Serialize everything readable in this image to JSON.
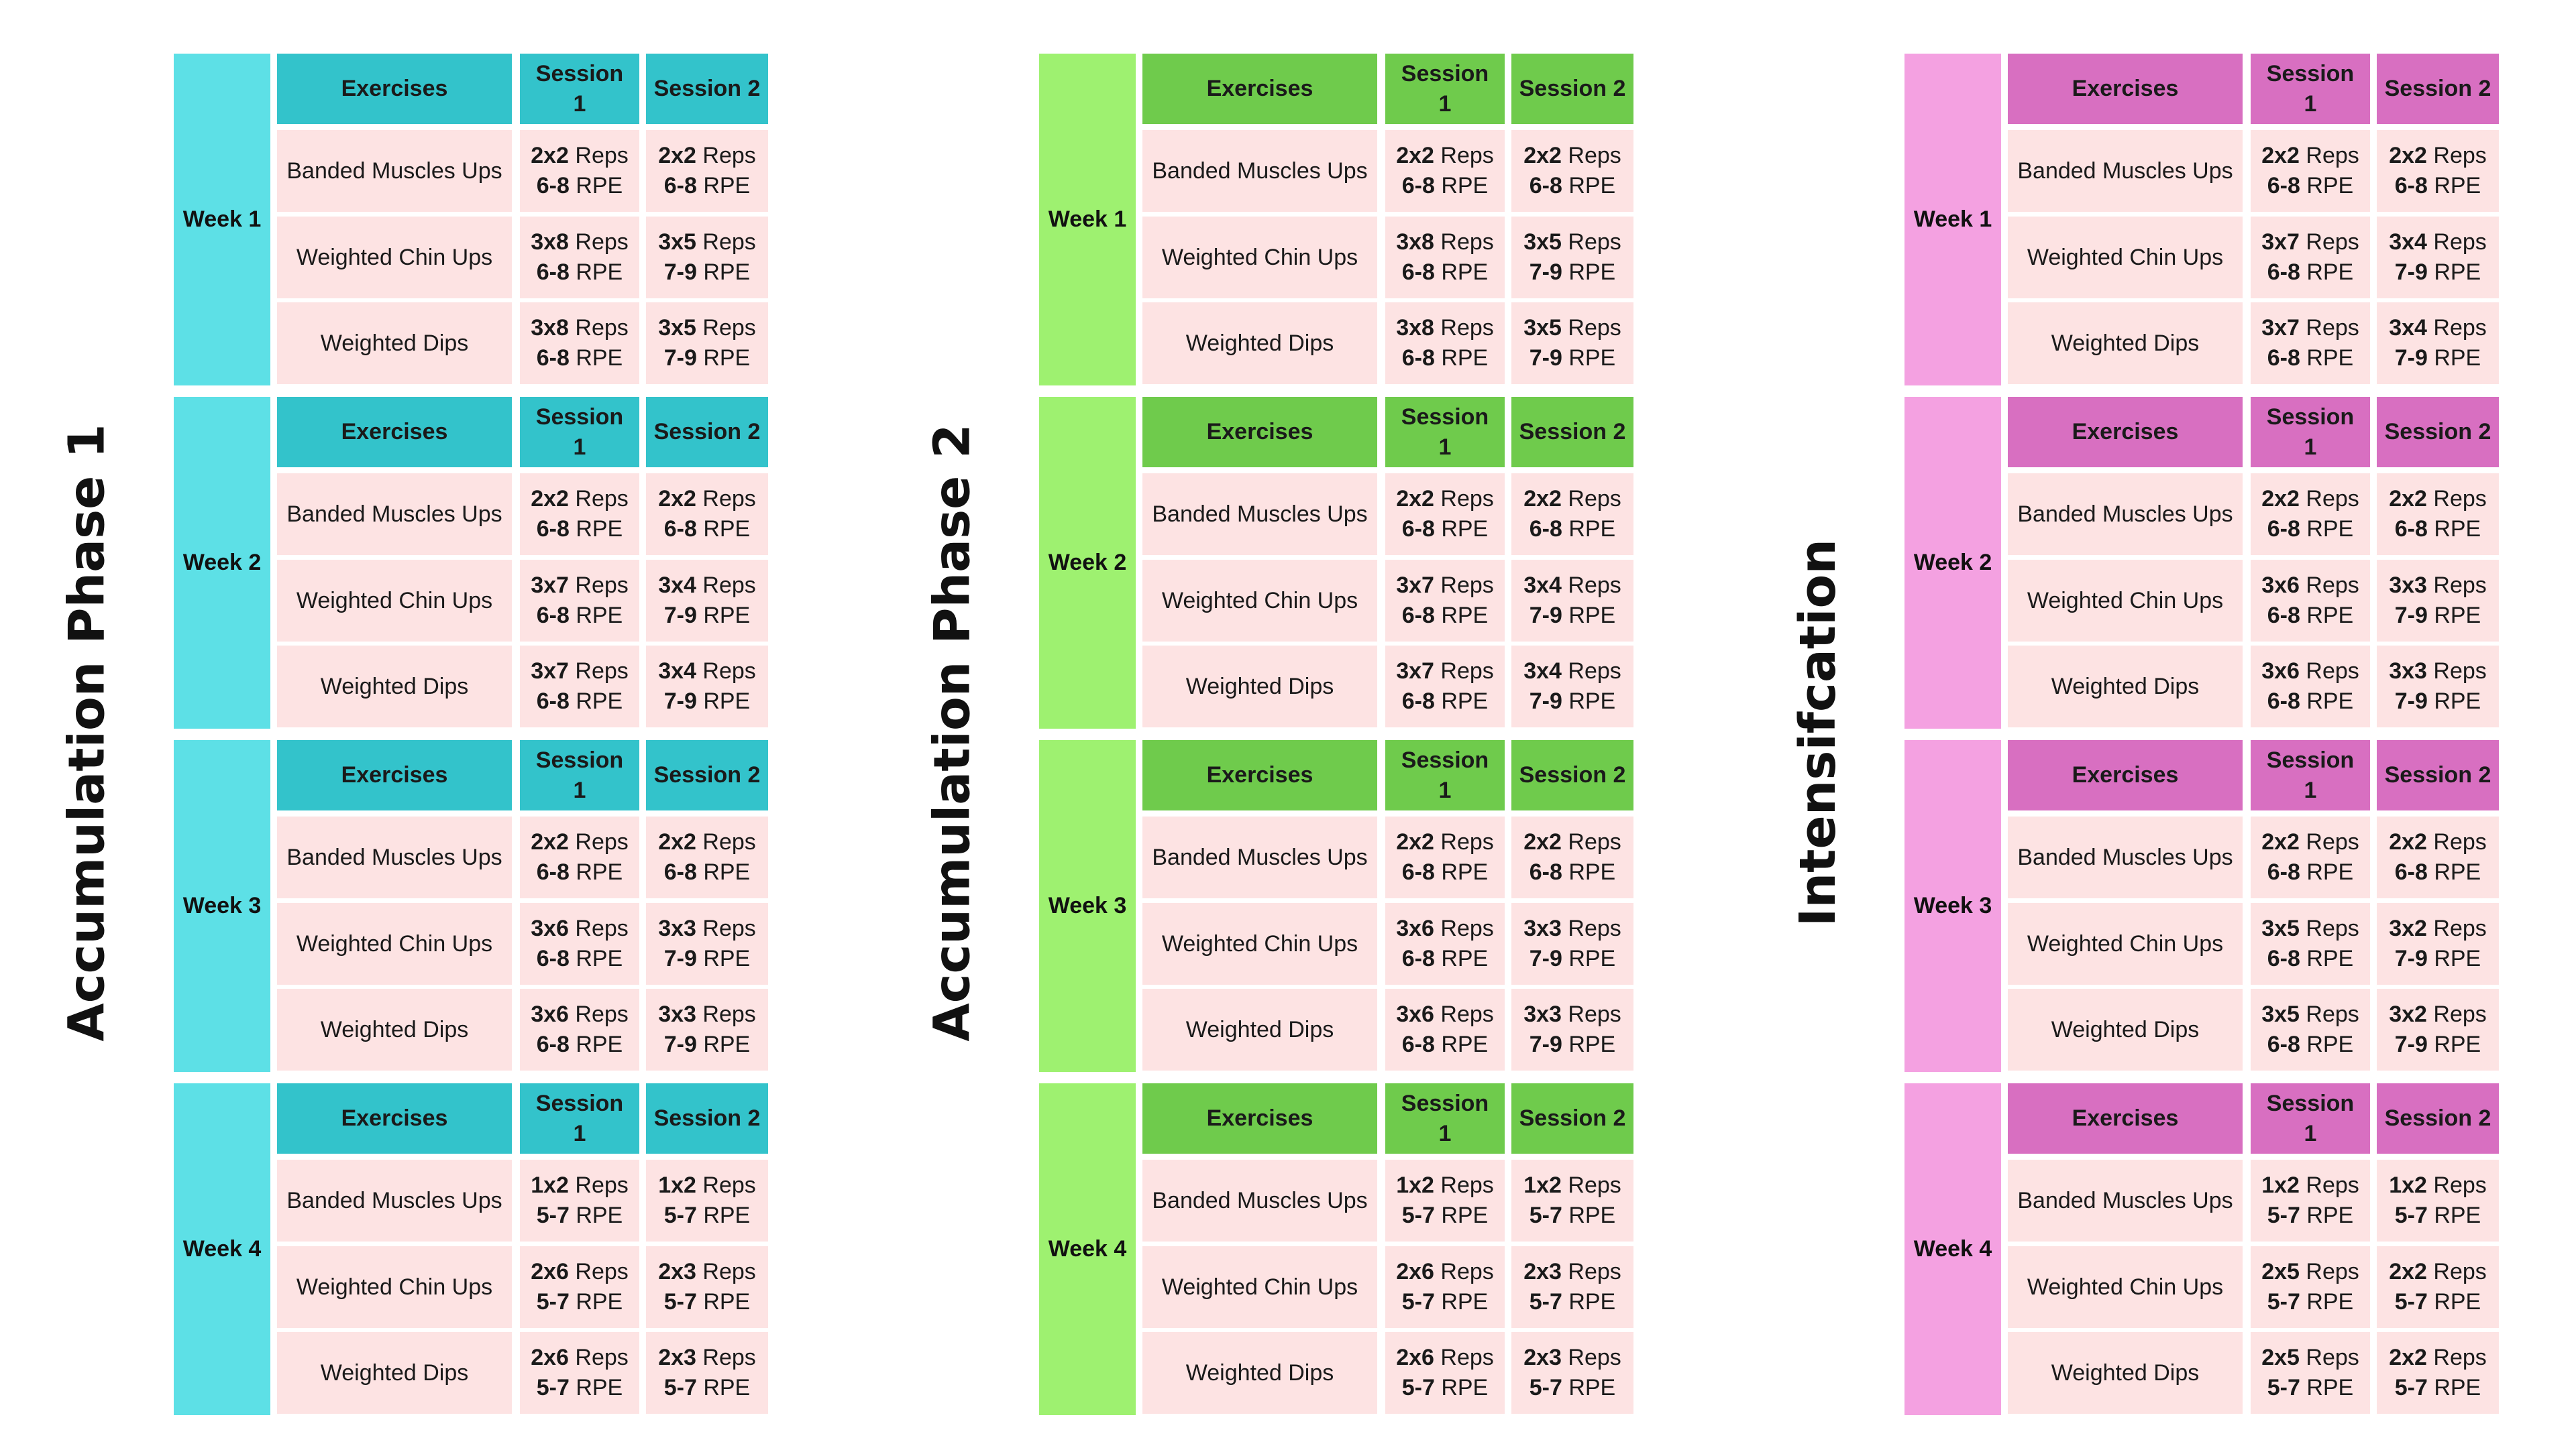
{
  "phases": [
    {
      "title": "Accumulation Phase 1",
      "colors": {
        "week": "#5de0e6",
        "header": "#33c3cb",
        "cell": "#fde3e3"
      },
      "weeks": [
        {
          "label": "Week 1",
          "headers": [
            "Exercises",
            "Session 1",
            "Session 2"
          ],
          "rows": [
            {
              "exercise": "Banded Muscles Ups",
              "s1": {
                "reps": "2x2",
                "reps_unit": "Reps",
                "rpe": "6-8",
                "rpe_unit": "RPE"
              },
              "s2": {
                "reps": "2x2",
                "reps_unit": "Reps",
                "rpe": "6-8",
                "rpe_unit": "RPE"
              }
            },
            {
              "exercise": "Weighted Chin Ups",
              "s1": {
                "reps": "3x8",
                "reps_unit": "Reps",
                "rpe": "6-8",
                "rpe_unit": "RPE"
              },
              "s2": {
                "reps": "3x5",
                "reps_unit": "Reps",
                "rpe": "7-9",
                "rpe_unit": "RPE"
              }
            },
            {
              "exercise": "Weighted Dips",
              "s1": {
                "reps": "3x8",
                "reps_unit": "Reps",
                "rpe": "6-8",
                "rpe_unit": "RPE"
              },
              "s2": {
                "reps": "3x5",
                "reps_unit": "Reps",
                "rpe": "7-9",
                "rpe_unit": "RPE"
              }
            }
          ]
        },
        {
          "label": "Week 2",
          "headers": [
            "Exercises",
            "Session 1",
            "Session 2"
          ],
          "rows": [
            {
              "exercise": "Banded Muscles Ups",
              "s1": {
                "reps": "2x2",
                "reps_unit": "Reps",
                "rpe": "6-8",
                "rpe_unit": "RPE"
              },
              "s2": {
                "reps": "2x2",
                "reps_unit": "Reps",
                "rpe": "6-8",
                "rpe_unit": "RPE"
              }
            },
            {
              "exercise": "Weighted Chin Ups",
              "s1": {
                "reps": "3x7",
                "reps_unit": "Reps",
                "rpe": "6-8",
                "rpe_unit": "RPE"
              },
              "s2": {
                "reps": "3x4",
                "reps_unit": "Reps",
                "rpe": "7-9",
                "rpe_unit": "RPE"
              }
            },
            {
              "exercise": "Weighted Dips",
              "s1": {
                "reps": "3x7",
                "reps_unit": "Reps",
                "rpe": "6-8",
                "rpe_unit": "RPE"
              },
              "s2": {
                "reps": "3x4",
                "reps_unit": "Reps",
                "rpe": "7-9",
                "rpe_unit": "RPE"
              }
            }
          ]
        },
        {
          "label": "Week 3",
          "headers": [
            "Exercises",
            "Session 1",
            "Session 2"
          ],
          "rows": [
            {
              "exercise": "Banded Muscles Ups",
              "s1": {
                "reps": "2x2",
                "reps_unit": "Reps",
                "rpe": "6-8",
                "rpe_unit": "RPE"
              },
              "s2": {
                "reps": "2x2",
                "reps_unit": "Reps",
                "rpe": "6-8",
                "rpe_unit": "RPE"
              }
            },
            {
              "exercise": "Weighted Chin Ups",
              "s1": {
                "reps": "3x6",
                "reps_unit": "Reps",
                "rpe": "6-8",
                "rpe_unit": "RPE"
              },
              "s2": {
                "reps": "3x3",
                "reps_unit": "Reps",
                "rpe": "7-9",
                "rpe_unit": "RPE"
              }
            },
            {
              "exercise": "Weighted Dips",
              "s1": {
                "reps": "3x6",
                "reps_unit": "Reps",
                "rpe": "6-8",
                "rpe_unit": "RPE"
              },
              "s2": {
                "reps": "3x3",
                "reps_unit": "Reps",
                "rpe": "7-9",
                "rpe_unit": "RPE"
              }
            }
          ]
        },
        {
          "label": "Week 4",
          "headers": [
            "Exercises",
            "Session 1",
            "Session 2"
          ],
          "rows": [
            {
              "exercise": "Banded Muscles Ups",
              "s1": {
                "reps": "1x2",
                "reps_unit": "Reps",
                "rpe": "5-7",
                "rpe_unit": "RPE"
              },
              "s2": {
                "reps": "1x2",
                "reps_unit": "Reps",
                "rpe": "5-7",
                "rpe_unit": "RPE"
              }
            },
            {
              "exercise": "Weighted Chin Ups",
              "s1": {
                "reps": "2x6",
                "reps_unit": "Reps",
                "rpe": "5-7",
                "rpe_unit": "RPE"
              },
              "s2": {
                "reps": "2x3",
                "reps_unit": "Reps",
                "rpe": "5-7",
                "rpe_unit": "RPE"
              }
            },
            {
              "exercise": "Weighted Dips",
              "s1": {
                "reps": "2x6",
                "reps_unit": "Reps",
                "rpe": "5-7",
                "rpe_unit": "RPE"
              },
              "s2": {
                "reps": "2x3",
                "reps_unit": "Reps",
                "rpe": "5-7",
                "rpe_unit": "RPE"
              }
            }
          ]
        }
      ]
    },
    {
      "title": "Accumulation Phase 2",
      "colors": {
        "week": "#9ef170",
        "header": "#6fcb4c",
        "cell": "#fde3e3"
      },
      "weeks": [
        {
          "label": "Week 1",
          "headers": [
            "Exercises",
            "Session 1",
            "Session 2"
          ],
          "rows": [
            {
              "exercise": "Banded Muscles Ups",
              "s1": {
                "reps": "2x2",
                "reps_unit": "Reps",
                "rpe": "6-8",
                "rpe_unit": "RPE"
              },
              "s2": {
                "reps": "2x2",
                "reps_unit": "Reps",
                "rpe": "6-8",
                "rpe_unit": "RPE"
              }
            },
            {
              "exercise": "Weighted Chin Ups",
              "s1": {
                "reps": "3x8",
                "reps_unit": "Reps",
                "rpe": "6-8",
                "rpe_unit": "RPE"
              },
              "s2": {
                "reps": "3x5",
                "reps_unit": "Reps",
                "rpe": "7-9",
                "rpe_unit": "RPE"
              }
            },
            {
              "exercise": "Weighted Dips",
              "s1": {
                "reps": "3x8",
                "reps_unit": "Reps",
                "rpe": "6-8",
                "rpe_unit": "RPE"
              },
              "s2": {
                "reps": "3x5",
                "reps_unit": "Reps",
                "rpe": "7-9",
                "rpe_unit": "RPE"
              }
            }
          ]
        },
        {
          "label": "Week 2",
          "headers": [
            "Exercises",
            "Session 1",
            "Session 2"
          ],
          "rows": [
            {
              "exercise": "Banded Muscles Ups",
              "s1": {
                "reps": "2x2",
                "reps_unit": "Reps",
                "rpe": "6-8",
                "rpe_unit": "RPE"
              },
              "s2": {
                "reps": "2x2",
                "reps_unit": "Reps",
                "rpe": "6-8",
                "rpe_unit": "RPE"
              }
            },
            {
              "exercise": "Weighted Chin Ups",
              "s1": {
                "reps": "3x7",
                "reps_unit": "Reps",
                "rpe": "6-8",
                "rpe_unit": "RPE"
              },
              "s2": {
                "reps": "3x4",
                "reps_unit": "Reps",
                "rpe": "7-9",
                "rpe_unit": "RPE"
              }
            },
            {
              "exercise": "Weighted Dips",
              "s1": {
                "reps": "3x7",
                "reps_unit": "Reps",
                "rpe": "6-8",
                "rpe_unit": "RPE"
              },
              "s2": {
                "reps": "3x4",
                "reps_unit": "Reps",
                "rpe": "7-9",
                "rpe_unit": "RPE"
              }
            }
          ]
        },
        {
          "label": "Week 3",
          "headers": [
            "Exercises",
            "Session 1",
            "Session 2"
          ],
          "rows": [
            {
              "exercise": "Banded Muscles Ups",
              "s1": {
                "reps": "2x2",
                "reps_unit": "Reps",
                "rpe": "6-8",
                "rpe_unit": "RPE"
              },
              "s2": {
                "reps": "2x2",
                "reps_unit": "Reps",
                "rpe": "6-8",
                "rpe_unit": "RPE"
              }
            },
            {
              "exercise": "Weighted Chin Ups",
              "s1": {
                "reps": "3x6",
                "reps_unit": "Reps",
                "rpe": "6-8",
                "rpe_unit": "RPE"
              },
              "s2": {
                "reps": "3x3",
                "reps_unit": "Reps",
                "rpe": "7-9",
                "rpe_unit": "RPE"
              }
            },
            {
              "exercise": "Weighted Dips",
              "s1": {
                "reps": "3x6",
                "reps_unit": "Reps",
                "rpe": "6-8",
                "rpe_unit": "RPE"
              },
              "s2": {
                "reps": "3x3",
                "reps_unit": "Reps",
                "rpe": "7-9",
                "rpe_unit": "RPE"
              }
            }
          ]
        },
        {
          "label": "Week 4",
          "headers": [
            "Exercises",
            "Session 1",
            "Session 2"
          ],
          "rows": [
            {
              "exercise": "Banded Muscles Ups",
              "s1": {
                "reps": "1x2",
                "reps_unit": "Reps",
                "rpe": "5-7",
                "rpe_unit": "RPE"
              },
              "s2": {
                "reps": "1x2",
                "reps_unit": "Reps",
                "rpe": "5-7",
                "rpe_unit": "RPE"
              }
            },
            {
              "exercise": "Weighted Chin Ups",
              "s1": {
                "reps": "2x6",
                "reps_unit": "Reps",
                "rpe": "5-7",
                "rpe_unit": "RPE"
              },
              "s2": {
                "reps": "2x3",
                "reps_unit": "Reps",
                "rpe": "5-7",
                "rpe_unit": "RPE"
              }
            },
            {
              "exercise": "Weighted Dips",
              "s1": {
                "reps": "2x6",
                "reps_unit": "Reps",
                "rpe": "5-7",
                "rpe_unit": "RPE"
              },
              "s2": {
                "reps": "2x3",
                "reps_unit": "Reps",
                "rpe": "5-7",
                "rpe_unit": "RPE"
              }
            }
          ]
        }
      ]
    },
    {
      "title": "Intensifcation",
      "colors": {
        "week": "#f4a1e1",
        "header": "#d86fc1",
        "cell": "#fde3e3"
      },
      "weeks": [
        {
          "label": "Week 1",
          "headers": [
            "Exercises",
            "Session 1",
            "Session 2"
          ],
          "rows": [
            {
              "exercise": "Banded Muscles Ups",
              "s1": {
                "reps": "2x2",
                "reps_unit": "Reps",
                "rpe": "6-8",
                "rpe_unit": "RPE"
              },
              "s2": {
                "reps": "2x2",
                "reps_unit": "Reps",
                "rpe": "6-8",
                "rpe_unit": "RPE"
              }
            },
            {
              "exercise": "Weighted Chin Ups",
              "s1": {
                "reps": "3x7",
                "reps_unit": "Reps",
                "rpe": "6-8",
                "rpe_unit": "RPE"
              },
              "s2": {
                "reps": "3x4",
                "reps_unit": "Reps",
                "rpe": "7-9",
                "rpe_unit": "RPE"
              }
            },
            {
              "exercise": "Weighted Dips",
              "s1": {
                "reps": "3x7",
                "reps_unit": "Reps",
                "rpe": "6-8",
                "rpe_unit": "RPE"
              },
              "s2": {
                "reps": "3x4",
                "reps_unit": "Reps",
                "rpe": "7-9",
                "rpe_unit": "RPE"
              }
            }
          ]
        },
        {
          "label": "Week 2",
          "headers": [
            "Exercises",
            "Session 1",
            "Session 2"
          ],
          "rows": [
            {
              "exercise": "Banded Muscles Ups",
              "s1": {
                "reps": "2x2",
                "reps_unit": "Reps",
                "rpe": "6-8",
                "rpe_unit": "RPE"
              },
              "s2": {
                "reps": "2x2",
                "reps_unit": "Reps",
                "rpe": "6-8",
                "rpe_unit": "RPE"
              }
            },
            {
              "exercise": "Weighted Chin Ups",
              "s1": {
                "reps": "3x6",
                "reps_unit": "Reps",
                "rpe": "6-8",
                "rpe_unit": "RPE"
              },
              "s2": {
                "reps": "3x3",
                "reps_unit": "Reps",
                "rpe": "7-9",
                "rpe_unit": "RPE"
              }
            },
            {
              "exercise": "Weighted Dips",
              "s1": {
                "reps": "3x6",
                "reps_unit": "Reps",
                "rpe": "6-8",
                "rpe_unit": "RPE"
              },
              "s2": {
                "reps": "3x3",
                "reps_unit": "Reps",
                "rpe": "7-9",
                "rpe_unit": "RPE"
              }
            }
          ]
        },
        {
          "label": "Week 3",
          "headers": [
            "Exercises",
            "Session 1",
            "Session 2"
          ],
          "rows": [
            {
              "exercise": "Banded Muscles Ups",
              "s1": {
                "reps": "2x2",
                "reps_unit": "Reps",
                "rpe": "6-8",
                "rpe_unit": "RPE"
              },
              "s2": {
                "reps": "2x2",
                "reps_unit": "Reps",
                "rpe": "6-8",
                "rpe_unit": "RPE"
              }
            },
            {
              "exercise": "Weighted Chin Ups",
              "s1": {
                "reps": "3x5",
                "reps_unit": "Reps",
                "rpe": "6-8",
                "rpe_unit": "RPE"
              },
              "s2": {
                "reps": "3x2",
                "reps_unit": "Reps",
                "rpe": "7-9",
                "rpe_unit": "RPE"
              }
            },
            {
              "exercise": "Weighted Dips",
              "s1": {
                "reps": "3x5",
                "reps_unit": "Reps",
                "rpe": "6-8",
                "rpe_unit": "RPE"
              },
              "s2": {
                "reps": "3x2",
                "reps_unit": "Reps",
                "rpe": "7-9",
                "rpe_unit": "RPE"
              }
            }
          ]
        },
        {
          "label": "Week 4",
          "headers": [
            "Exercises",
            "Session 1",
            "Session 2"
          ],
          "rows": [
            {
              "exercise": "Banded Muscles Ups",
              "s1": {
                "reps": "1x2",
                "reps_unit": "Reps",
                "rpe": "5-7",
                "rpe_unit": "RPE"
              },
              "s2": {
                "reps": "1x2",
                "reps_unit": "Reps",
                "rpe": "5-7",
                "rpe_unit": "RPE"
              }
            },
            {
              "exercise": "Weighted Chin Ups",
              "s1": {
                "reps": "2x5",
                "reps_unit": "Reps",
                "rpe": "5-7",
                "rpe_unit": "RPE"
              },
              "s2": {
                "reps": "2x2",
                "reps_unit": "Reps",
                "rpe": "5-7",
                "rpe_unit": "RPE"
              }
            },
            {
              "exercise": "Weighted Dips",
              "s1": {
                "reps": "2x5",
                "reps_unit": "Reps",
                "rpe": "5-7",
                "rpe_unit": "RPE"
              },
              "s2": {
                "reps": "2x2",
                "reps_unit": "Reps",
                "rpe": "5-7",
                "rpe_unit": "RPE"
              }
            }
          ]
        }
      ]
    }
  ]
}
